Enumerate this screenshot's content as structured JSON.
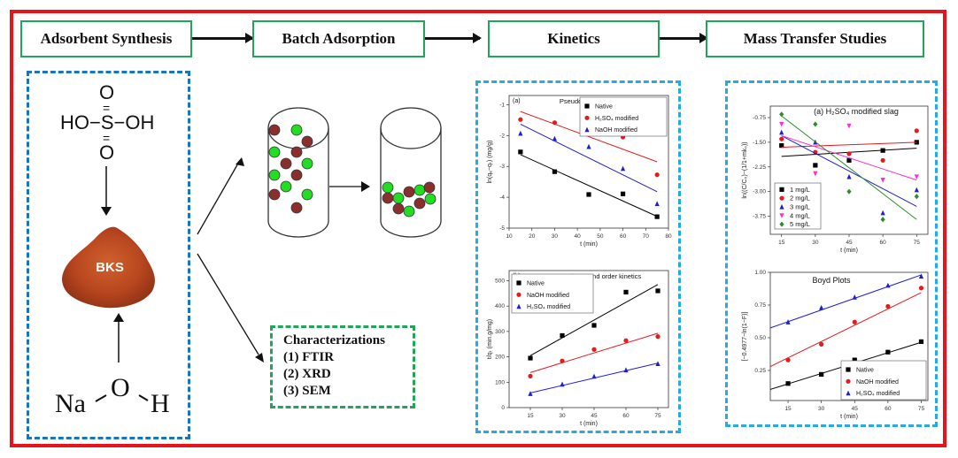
{
  "flow": {
    "steps": [
      {
        "label": "Adsorbent Synthesis"
      },
      {
        "label": "Batch Adsorption"
      },
      {
        "label": "Kinetics"
      },
      {
        "label": "Mass Transfer Studies"
      }
    ]
  },
  "synthesis": {
    "acid_formula": {
      "top_o": "O",
      "row": "HO−S−OH",
      "bottom_o": "O",
      "double_bond": "="
    },
    "adsorbent_label": "BKS",
    "base_formula": {
      "na": "Na",
      "o": "O",
      "h": "H"
    }
  },
  "batch": {
    "icon": "cylinder-icon"
  },
  "characterization": {
    "title": "Characterizations",
    "items": [
      "(1) FTIR",
      "(2) XRD",
      "(3) SEM"
    ]
  },
  "colors": {
    "frame": "#e8141b",
    "step_border": "#22a557",
    "synthesis_border": "#1b75bc",
    "panel_border": "#27a9e1",
    "adsorbent_particle": "#8b2e2e",
    "adsorbate_particle": "#22dd22"
  },
  "chart_data": [
    {
      "type": "scatter",
      "title": "Pseudo first order kinetics",
      "panel_label": "(a)",
      "xlabel": "t (min)",
      "ylabel": "ln(qₑ−qₜ) (mg/g)",
      "xlim": [
        10,
        80
      ],
      "ylim": [
        -5,
        -0.7
      ],
      "xticks": [
        10,
        20,
        30,
        40,
        50,
        60,
        70,
        80
      ],
      "yticks": [
        -5,
        -4,
        -3,
        -2,
        -1
      ],
      "legend": "top-right",
      "x": [
        15,
        30,
        45,
        60,
        75
      ],
      "series": [
        {
          "name": "Native",
          "color": "#000000",
          "marker": "square",
          "values": [
            -2.53,
            -3.17,
            -3.91,
            -3.89,
            -4.63
          ],
          "fit": [
            -2.62,
            -4.62
          ]
        },
        {
          "name": "H₂SO₄ modified",
          "color": "#e41a1c",
          "marker": "circle",
          "values": [
            -1.48,
            -1.58,
            -1.83,
            -2.05,
            -3.27
          ],
          "fit": [
            -1.22,
            -2.85
          ]
        },
        {
          "name": "NaOH modified",
          "color": "#1f1fcf",
          "marker": "triangle",
          "values": [
            -1.93,
            -2.1,
            -2.36,
            -3.07,
            -4.21
          ],
          "fit": [
            -1.63,
            -3.82
          ]
        }
      ]
    },
    {
      "type": "scatter",
      "title": "Pseudo second order kinetics",
      "panel_label": "(b)",
      "xlabel": "t (min)",
      "ylabel": "t/qₜ (min.g/mg)",
      "xlim": [
        5,
        80
      ],
      "ylim": [
        0,
        540
      ],
      "xticks": [
        15,
        30,
        45,
        60,
        75
      ],
      "yticks": [
        0,
        100,
        200,
        300,
        400,
        500
      ],
      "legend": "top-left",
      "x": [
        15,
        30,
        45,
        60,
        75
      ],
      "series": [
        {
          "name": "Native",
          "color": "#000000",
          "marker": "square",
          "values": [
            195,
            284,
            324,
            455,
            460
          ],
          "fit": [
            205,
            485
          ]
        },
        {
          "name": "NaOH modified",
          "color": "#e41a1c",
          "marker": "circle",
          "values": [
            124,
            184,
            229,
            264,
            280
          ],
          "fit": [
            138,
            293
          ]
        },
        {
          "name": "H₂SO₄ modified",
          "color": "#1f1fcf",
          "marker": "triangle",
          "values": [
            55,
            92,
            123,
            148,
            173
          ],
          "fit": [
            58,
            175
          ]
        }
      ]
    },
    {
      "type": "scatter",
      "title": "(a) H₂SO₄ modified slag",
      "panel_label": "",
      "xlabel": "t (min)",
      "ylabel": "ln((C/C₀)−(1/1+mkₛ))",
      "xlim": [
        10,
        80
      ],
      "ylim": [
        -4.3,
        -0.4
      ],
      "xticks": [
        15,
        30,
        45,
        60,
        75
      ],
      "yticks": [
        -3.75,
        -3.0,
        -2.25,
        -1.5,
        -0.75
      ],
      "legend": "bottom-left",
      "x": [
        15,
        30,
        45,
        60,
        75
      ],
      "series": [
        {
          "name": "1 mg/L",
          "color": "#000000",
          "marker": "square",
          "values": [
            -1.6,
            -2.2,
            -2.05,
            -1.75,
            -1.5
          ],
          "fit": [
            -1.93,
            -1.68
          ]
        },
        {
          "name": "2 mg/L",
          "color": "#e41a1c",
          "marker": "circle",
          "values": [
            -1.4,
            -1.8,
            -1.85,
            -2.05,
            -1.15
          ],
          "fit": [
            -1.65,
            -1.5
          ]
        },
        {
          "name": "3 mg/L",
          "color": "#1f1fcf",
          "marker": "triangle-up",
          "values": [
            -1.2,
            -1.5,
            -2.55,
            -3.65,
            -2.95
          ],
          "fit": [
            -1.3,
            -3.45
          ]
        },
        {
          "name": "4 mg/L",
          "color": "#ff2bd6",
          "marker": "triangle-down",
          "values": [
            -0.95,
            -2.45,
            -1.0,
            -2.65,
            -2.55
          ],
          "fit": [
            -1.3,
            -2.65
          ]
        },
        {
          "name": "5 mg/L",
          "color": "#2e8b2e",
          "marker": "diamond",
          "values": [
            -0.65,
            -0.95,
            -3.0,
            -3.85,
            -3.15
          ],
          "fit": [
            -0.7,
            -3.85
          ]
        }
      ]
    },
    {
      "type": "scatter",
      "title": "Boyd Plots",
      "panel_label": "",
      "xlabel": "t (min)",
      "ylabel": "[−0.4977−ln(1−F)]",
      "xlim": [
        7,
        78
      ],
      "ylim": [
        0.02,
        1.0
      ],
      "xticks": [
        15,
        30,
        45,
        60,
        75
      ],
      "yticks": [
        0.25,
        0.5,
        0.75,
        1.0
      ],
      "legend": "bottom-right",
      "x": [
        15,
        30,
        45,
        60,
        75
      ],
      "series": [
        {
          "name": "Native",
          "color": "#000000",
          "marker": "square",
          "values": [
            0.15,
            0.22,
            0.33,
            0.39,
            0.47
          ],
          "fit": [
            0.105,
            0.465
          ]
        },
        {
          "name": "NaOH modified",
          "color": "#e41a1c",
          "marker": "circle",
          "values": [
            0.33,
            0.45,
            0.62,
            0.74,
            0.88
          ],
          "fit": [
            0.28,
            0.845
          ]
        },
        {
          "name": "H₂SO₄ modified",
          "color": "#1f1fcf",
          "marker": "triangle",
          "values": [
            0.62,
            0.73,
            0.81,
            0.9,
            0.97
          ],
          "fit": [
            0.575,
            0.98
          ]
        }
      ]
    }
  ]
}
